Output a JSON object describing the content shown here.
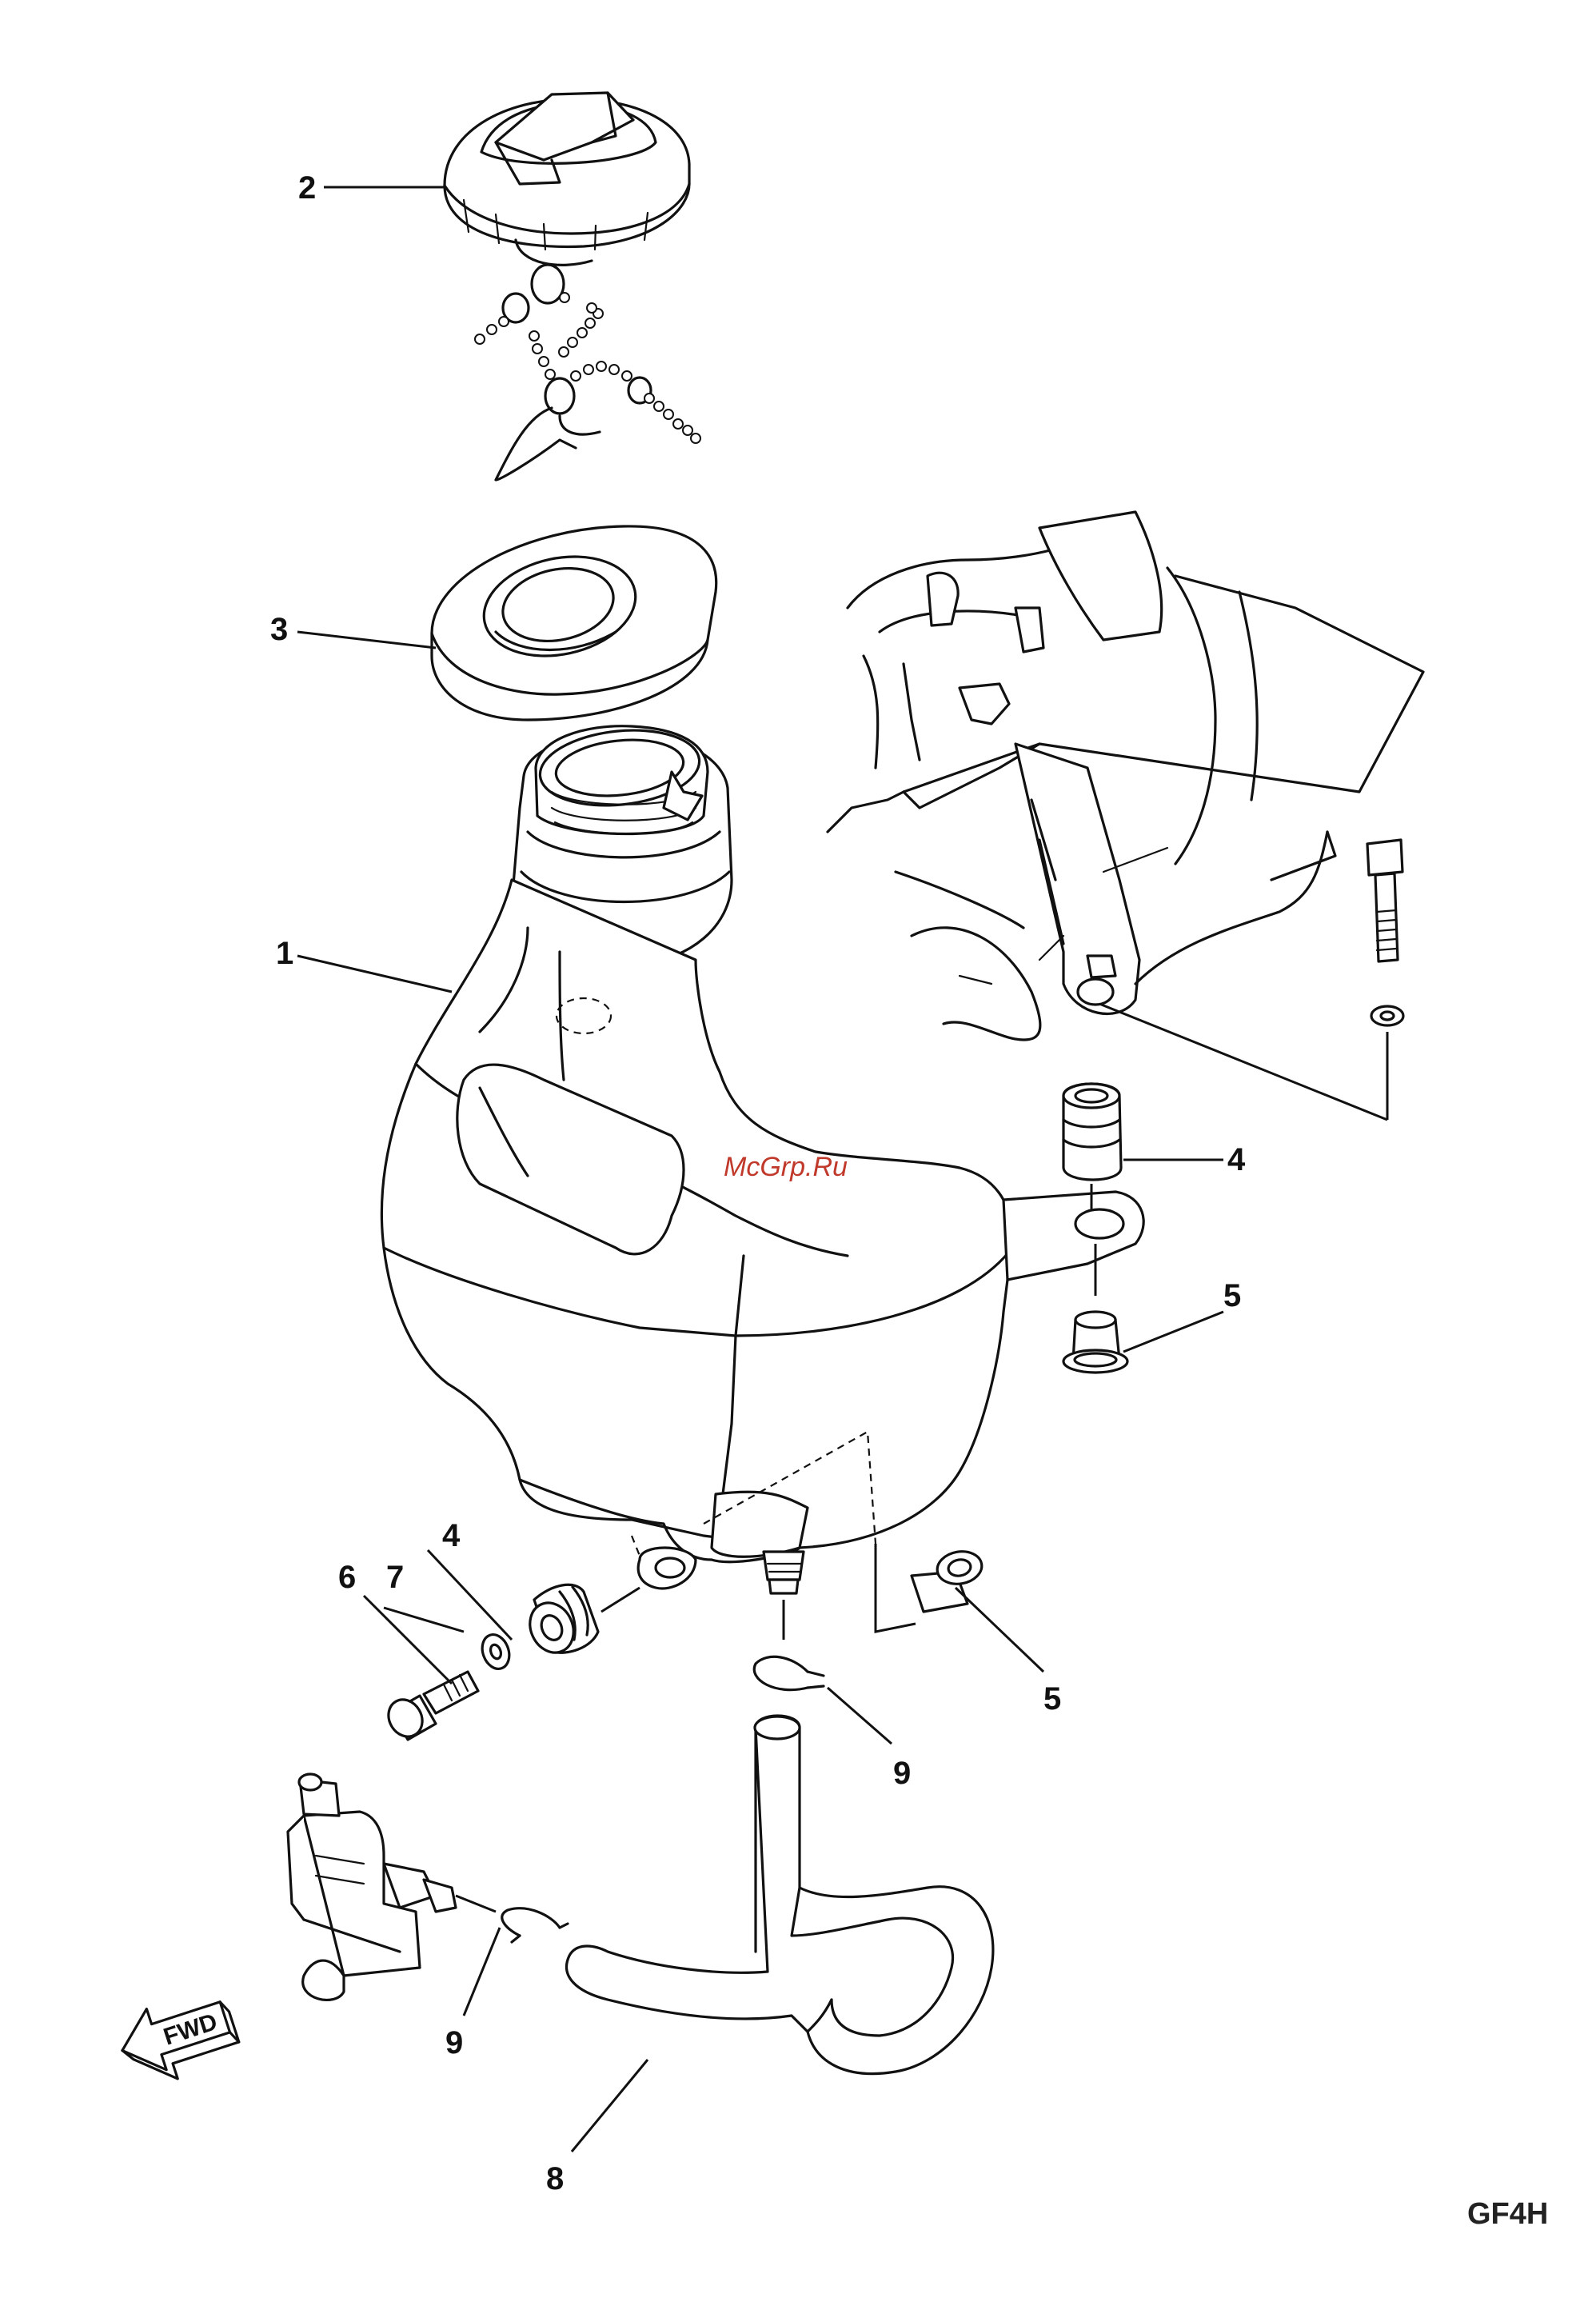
{
  "diagram": {
    "code": "GF4H",
    "watermark": "McGrp.Ru",
    "fwd_label": "FWD",
    "callouts": {
      "c1": "1",
      "c2": "2",
      "c3": "3",
      "c4a": "4",
      "c4b": "4",
      "c5a": "5",
      "c5b": "5",
      "c6": "6",
      "c7": "7",
      "c8": "8",
      "c9a": "9",
      "c9b": "9"
    }
  }
}
